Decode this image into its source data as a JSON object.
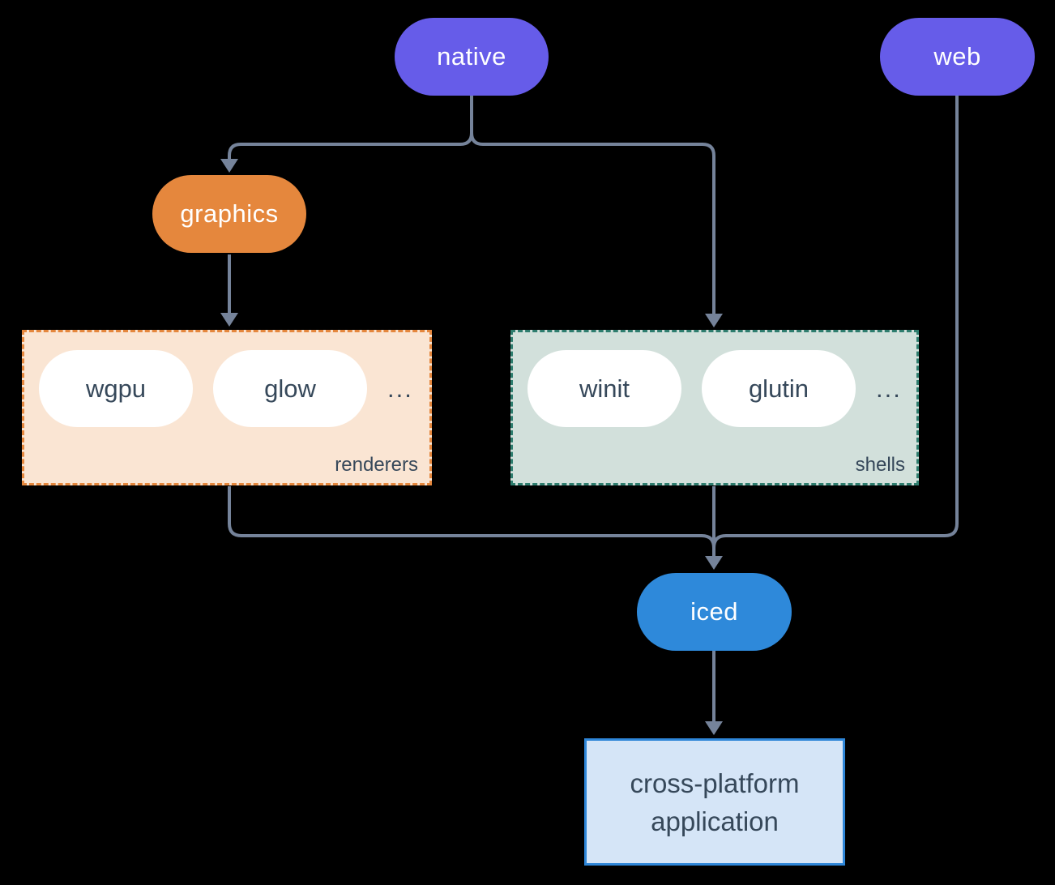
{
  "diagram": {
    "background_color": "#000000",
    "connector_color": "#75839A",
    "nodes": {
      "native": {
        "label": "native",
        "fill": "#665CE9",
        "text_color": "#FFFFFF"
      },
      "web": {
        "label": "web",
        "fill": "#665CE9",
        "text_color": "#FFFFFF"
      },
      "graphics": {
        "label": "graphics",
        "fill": "#E5873D",
        "text_color": "#FFFFFF"
      },
      "iced": {
        "label": "iced",
        "fill": "#2E89DA",
        "text_color": "#FFFFFF"
      }
    },
    "groups": {
      "renderers": {
        "label": "renderers",
        "fill": "#FAE5D3",
        "border_color": "#E5873D",
        "items": [
          "wgpu",
          "glow"
        ],
        "ellipsis": "..."
      },
      "shells": {
        "label": "shells",
        "fill": "#D2E0DB",
        "border_color": "#2E7D6E",
        "items": [
          "winit",
          "glutin"
        ],
        "ellipsis": "..."
      }
    },
    "item_chip": {
      "fill": "#FFFFFF",
      "text_color": "#36485A"
    },
    "app_box": {
      "line1": "cross-platform",
      "line2": "application",
      "fill": "#D5E5F7",
      "border_color": "#2E86D8",
      "text_color": "#36485A"
    }
  }
}
